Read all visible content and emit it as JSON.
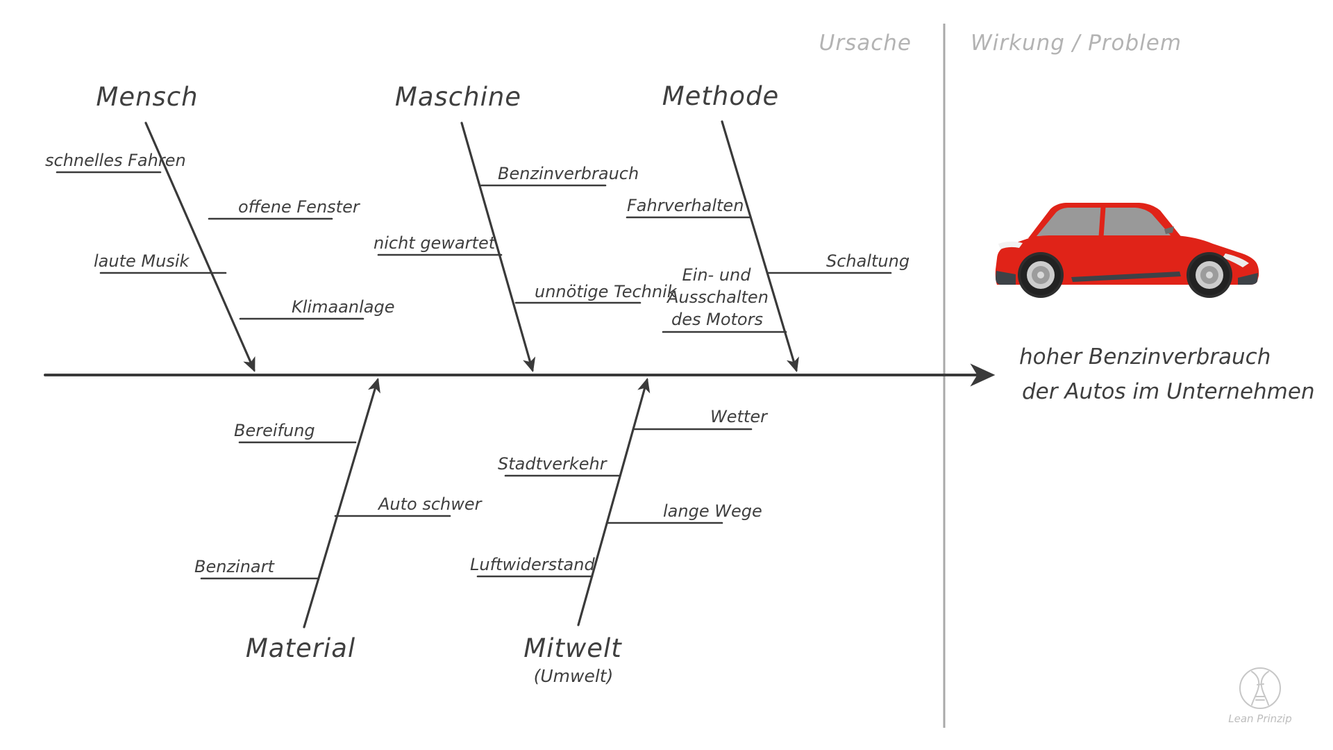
{
  "diagram": {
    "type": "fishbone-ishikawa",
    "header": {
      "cause": "Ursache",
      "effect": "Wirkung / Problem"
    },
    "problem": {
      "line1": "hoher Benzinverbrauch",
      "line2": "der Autos im Unternehmen"
    },
    "categories": {
      "mensch": {
        "label": "Mensch",
        "causes": [
          "schnelles Fahren",
          "offene Fenster",
          "laute Musik",
          "Klimaanlage"
        ]
      },
      "maschine": {
        "label": "Maschine",
        "causes": [
          "Benzinverbrauch",
          "nicht gewartet",
          "unnötige Technik"
        ]
      },
      "methode": {
        "label": "Methode",
        "causes": [
          "Fahrverhalten",
          "Schaltung"
        ],
        "motor_cause": {
          "text": "Ein- und Ausschalten des Motors",
          "lines": [
            "Ein- und",
            "Ausschalten",
            "des Motors"
          ]
        }
      },
      "material": {
        "label": "Material",
        "causes": [
          "Bereifung",
          "Auto schwer",
          "Benzinart"
        ]
      },
      "mitwelt": {
        "label": "Mitwelt",
        "sublabel": "(Umwelt)",
        "causes": [
          "Wetter",
          "Stadtverkehr",
          "lange Wege",
          "Luftwiderstand"
        ]
      }
    },
    "logo": {
      "text": "Lean Prinzip"
    },
    "colors": {
      "ink": "#3a3a3a",
      "muted_gray": "#b3b3b3",
      "divider_gray": "#a9a9a9",
      "car_red": "#e02318",
      "car_window": "#999999",
      "car_trim": "#3d4247"
    }
  }
}
